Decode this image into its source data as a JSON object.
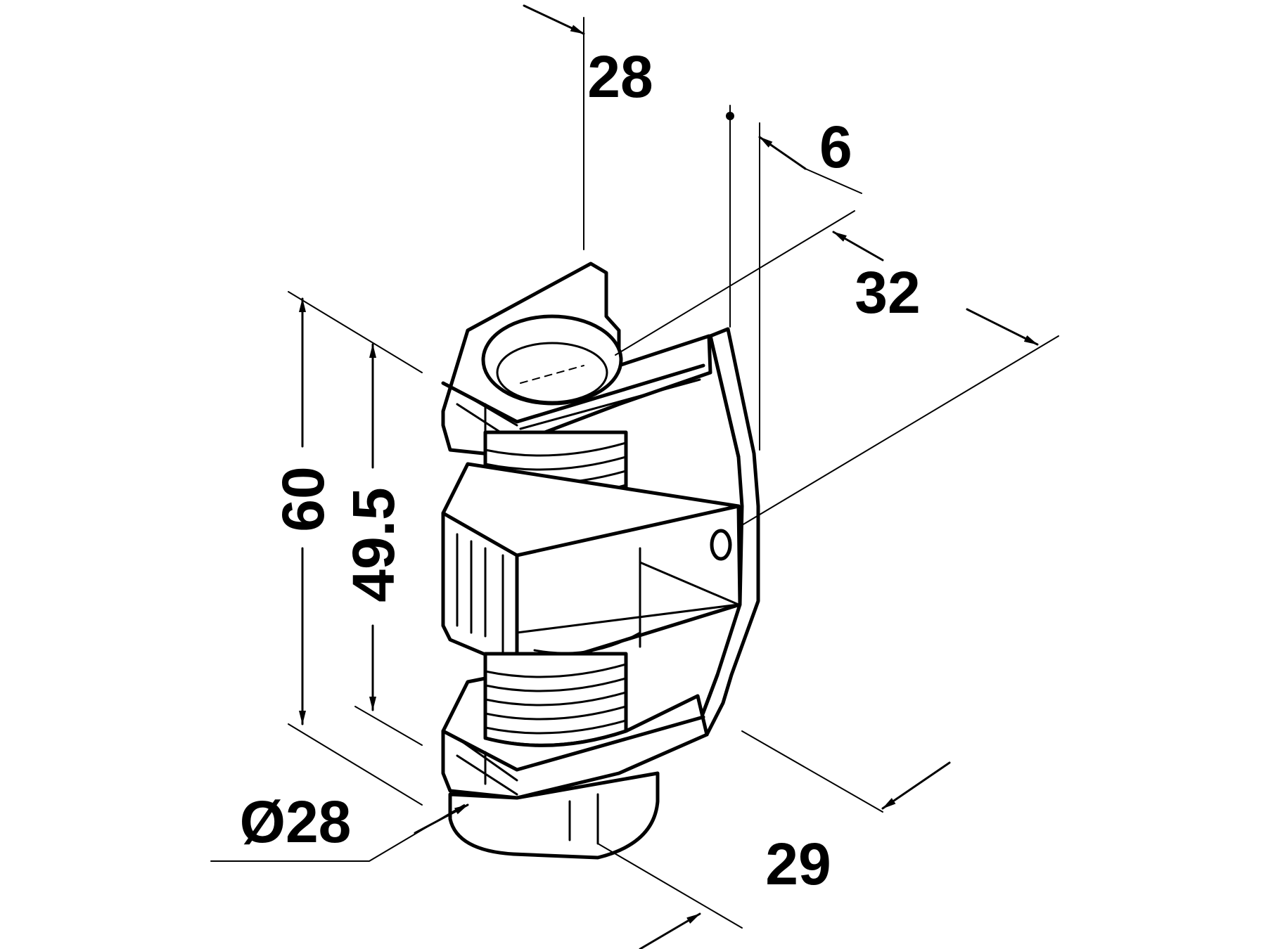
{
  "drawing": {
    "dimensions": {
      "width_top": "28",
      "offset_small": "6",
      "depth": "32",
      "overall_height": "60",
      "hole_spacing": "49.5",
      "diameter": "Ø28",
      "base_depth": "29"
    },
    "colors": {
      "line": "#000000",
      "background": "#ffffff"
    }
  }
}
